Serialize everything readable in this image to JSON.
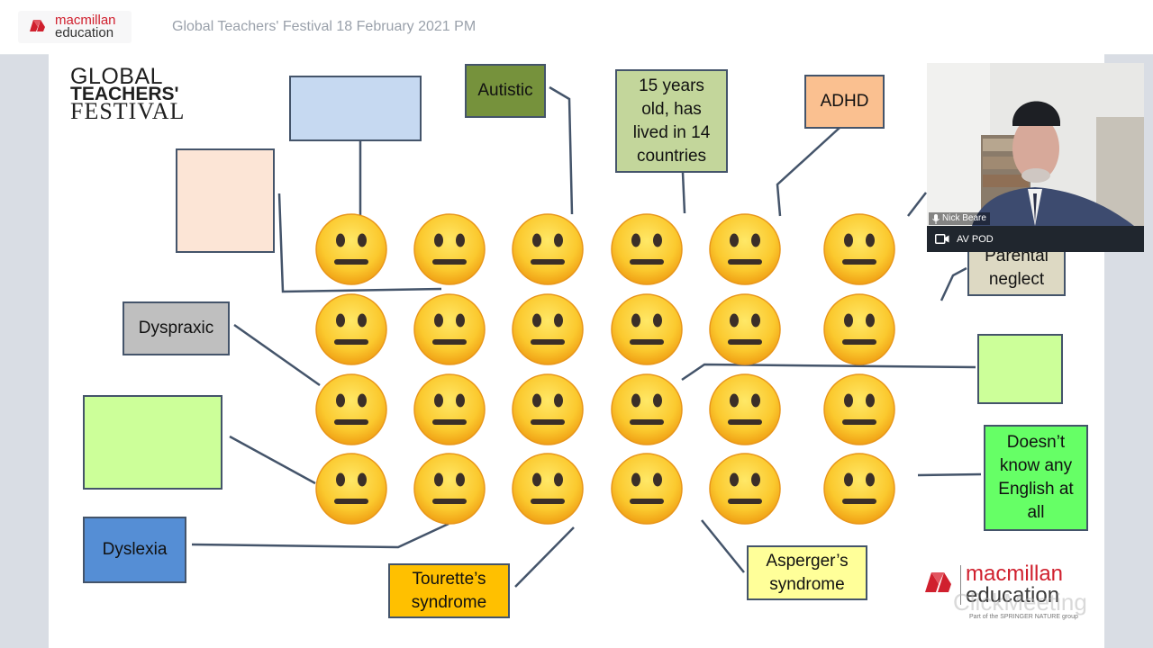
{
  "app": {
    "brand_line1": "macmillan",
    "brand_line2": "education",
    "event_title": "Global Teachers' Festival 18 February 2021 PM"
  },
  "slide": {
    "festival_logo": [
      "GLOBAL",
      "TEACHERS'",
      "FESTIVAL"
    ],
    "boxes": [
      {
        "id": "blank-blue",
        "text": "",
        "color": "#c6d9f1"
      },
      {
        "id": "blank-peach",
        "text": "",
        "color": "#fce5d6"
      },
      {
        "id": "autistic",
        "text": "Autistic",
        "color": "#76923c"
      },
      {
        "id": "fifteen-years",
        "text": "15 years old, has lived in 14 countries",
        "color": "#c3d69b"
      },
      {
        "id": "adhd",
        "text": "ADHD",
        "color": "#fac090"
      },
      {
        "id": "parental-neglect",
        "text": "Parental neglect",
        "color": "#ddd9c3"
      },
      {
        "id": "dyspraxic",
        "text": "Dyspraxic",
        "color": "#bfbfbf"
      },
      {
        "id": "blank-green-left",
        "text": "",
        "color": "#ccff99"
      },
      {
        "id": "blank-green-right",
        "text": "",
        "color": "#ccff99"
      },
      {
        "id": "no-english",
        "text": "Doesn’t know any English at all",
        "color": "#66ff66"
      },
      {
        "id": "dyslexia",
        "text": "Dyslexia",
        "color": "#558ed5"
      },
      {
        "id": "tourettes",
        "text": "Tourette’s syndrome",
        "color": "#ffc000"
      },
      {
        "id": "aspergers",
        "text": "Asperger’s syndrome",
        "color": "#ffff99"
      }
    ],
    "grid": {
      "rows": 4,
      "cols": 6
    },
    "footer_logo": {
      "line1": "macmillan",
      "line2": "education",
      "line3": "Part of the SPRINGER NATURE group"
    },
    "watermark": "ClickMeeting"
  },
  "video": {
    "presenter_name": "Nick Beare",
    "pod_label": "AV POD"
  },
  "colors": {
    "brand_red": "#d0202e",
    "box_border": "#44546a",
    "emoji_yellow": "#fbd33b"
  }
}
